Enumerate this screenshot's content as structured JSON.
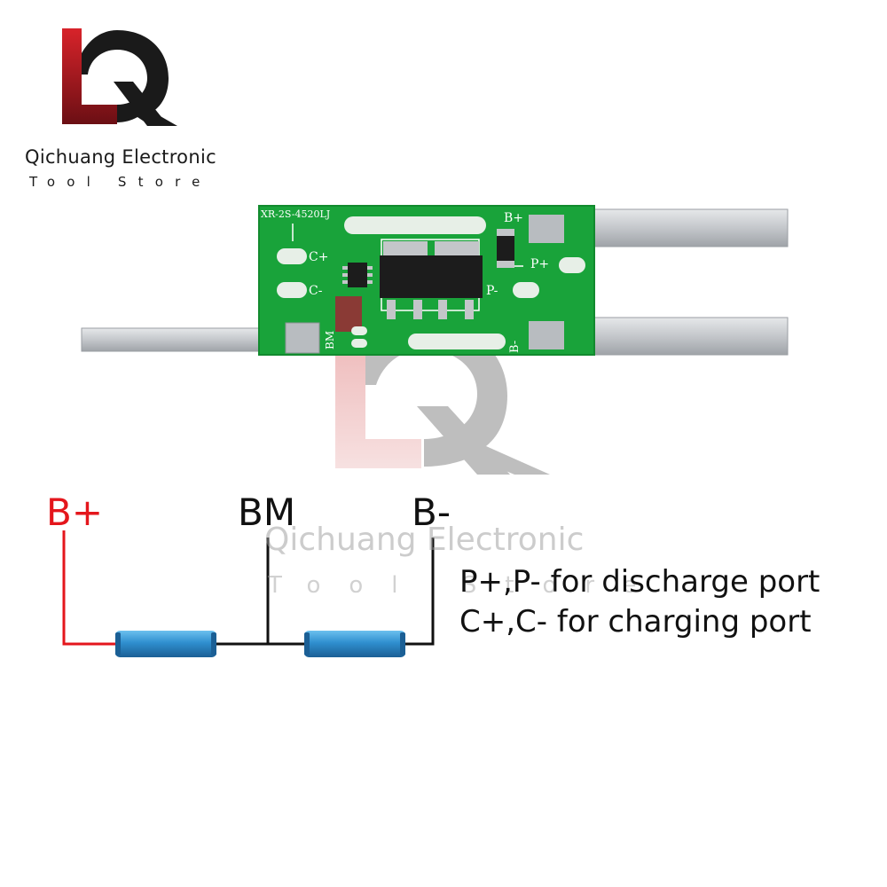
{
  "brand": {
    "name": "Qichuang Electronic",
    "subtitle": "Tool Store",
    "logo_icon": "lq-logo-icon",
    "colors": {
      "red": "#d8232a",
      "dark": "#1a1a1a"
    }
  },
  "watermark": {
    "name": "Qichuang Electronic",
    "subtitle": "Tool Store"
  },
  "pcb": {
    "model": "XR-2S-4520LJ",
    "labels": {
      "b_plus": "B+",
      "p_plus": "P+",
      "p_minus": "P-",
      "b_minus": "B-",
      "c_plus": "C+",
      "c_minus": "C-",
      "bm": "BM"
    },
    "colors": {
      "board": "#19a33a",
      "strip": "#c9ccd0"
    }
  },
  "wiring": {
    "b_plus": "B+",
    "bm": "BM",
    "b_minus": "B-",
    "colors": {
      "positive": "#e4161c",
      "wire": "#111111",
      "cell": "#2f8fcf"
    }
  },
  "notes": [
    "P+,P- for discharge port",
    "C+,C- for charging port"
  ]
}
